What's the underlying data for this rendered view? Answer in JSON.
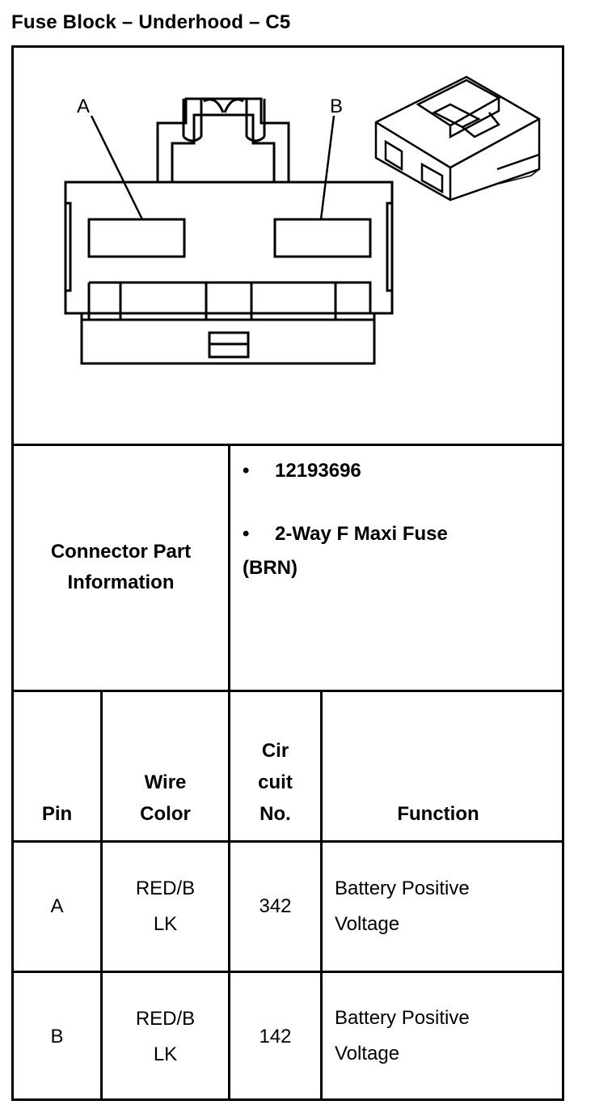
{
  "page_title": "Fuse Block – Underhood – C5",
  "diagram": {
    "label_a": "A",
    "label_b": "B"
  },
  "connector_info": {
    "label_line1": "Connector Part",
    "label_line2": "Information",
    "part_number": "12193696",
    "description_line1": "2-Way F Maxi Fuse",
    "description_line2": "(BRN)",
    "bullet": "•"
  },
  "table": {
    "headers": {
      "pin": "Pin",
      "wire_color_1": "Wire",
      "wire_color_2": "Color",
      "circuit_1": "Cir",
      "circuit_2": "cuit",
      "circuit_3": "No.",
      "function": "Function"
    },
    "rows": [
      {
        "pin": "A",
        "wire_1": "RED/B",
        "wire_2": "LK",
        "circuit": "342",
        "function_1": "Battery Positive",
        "function_2": "Voltage"
      },
      {
        "pin": "B",
        "wire_1": "RED/B",
        "wire_2": "LK",
        "circuit": "142",
        "function_1": "Battery Positive",
        "function_2": "Voltage"
      }
    ]
  }
}
